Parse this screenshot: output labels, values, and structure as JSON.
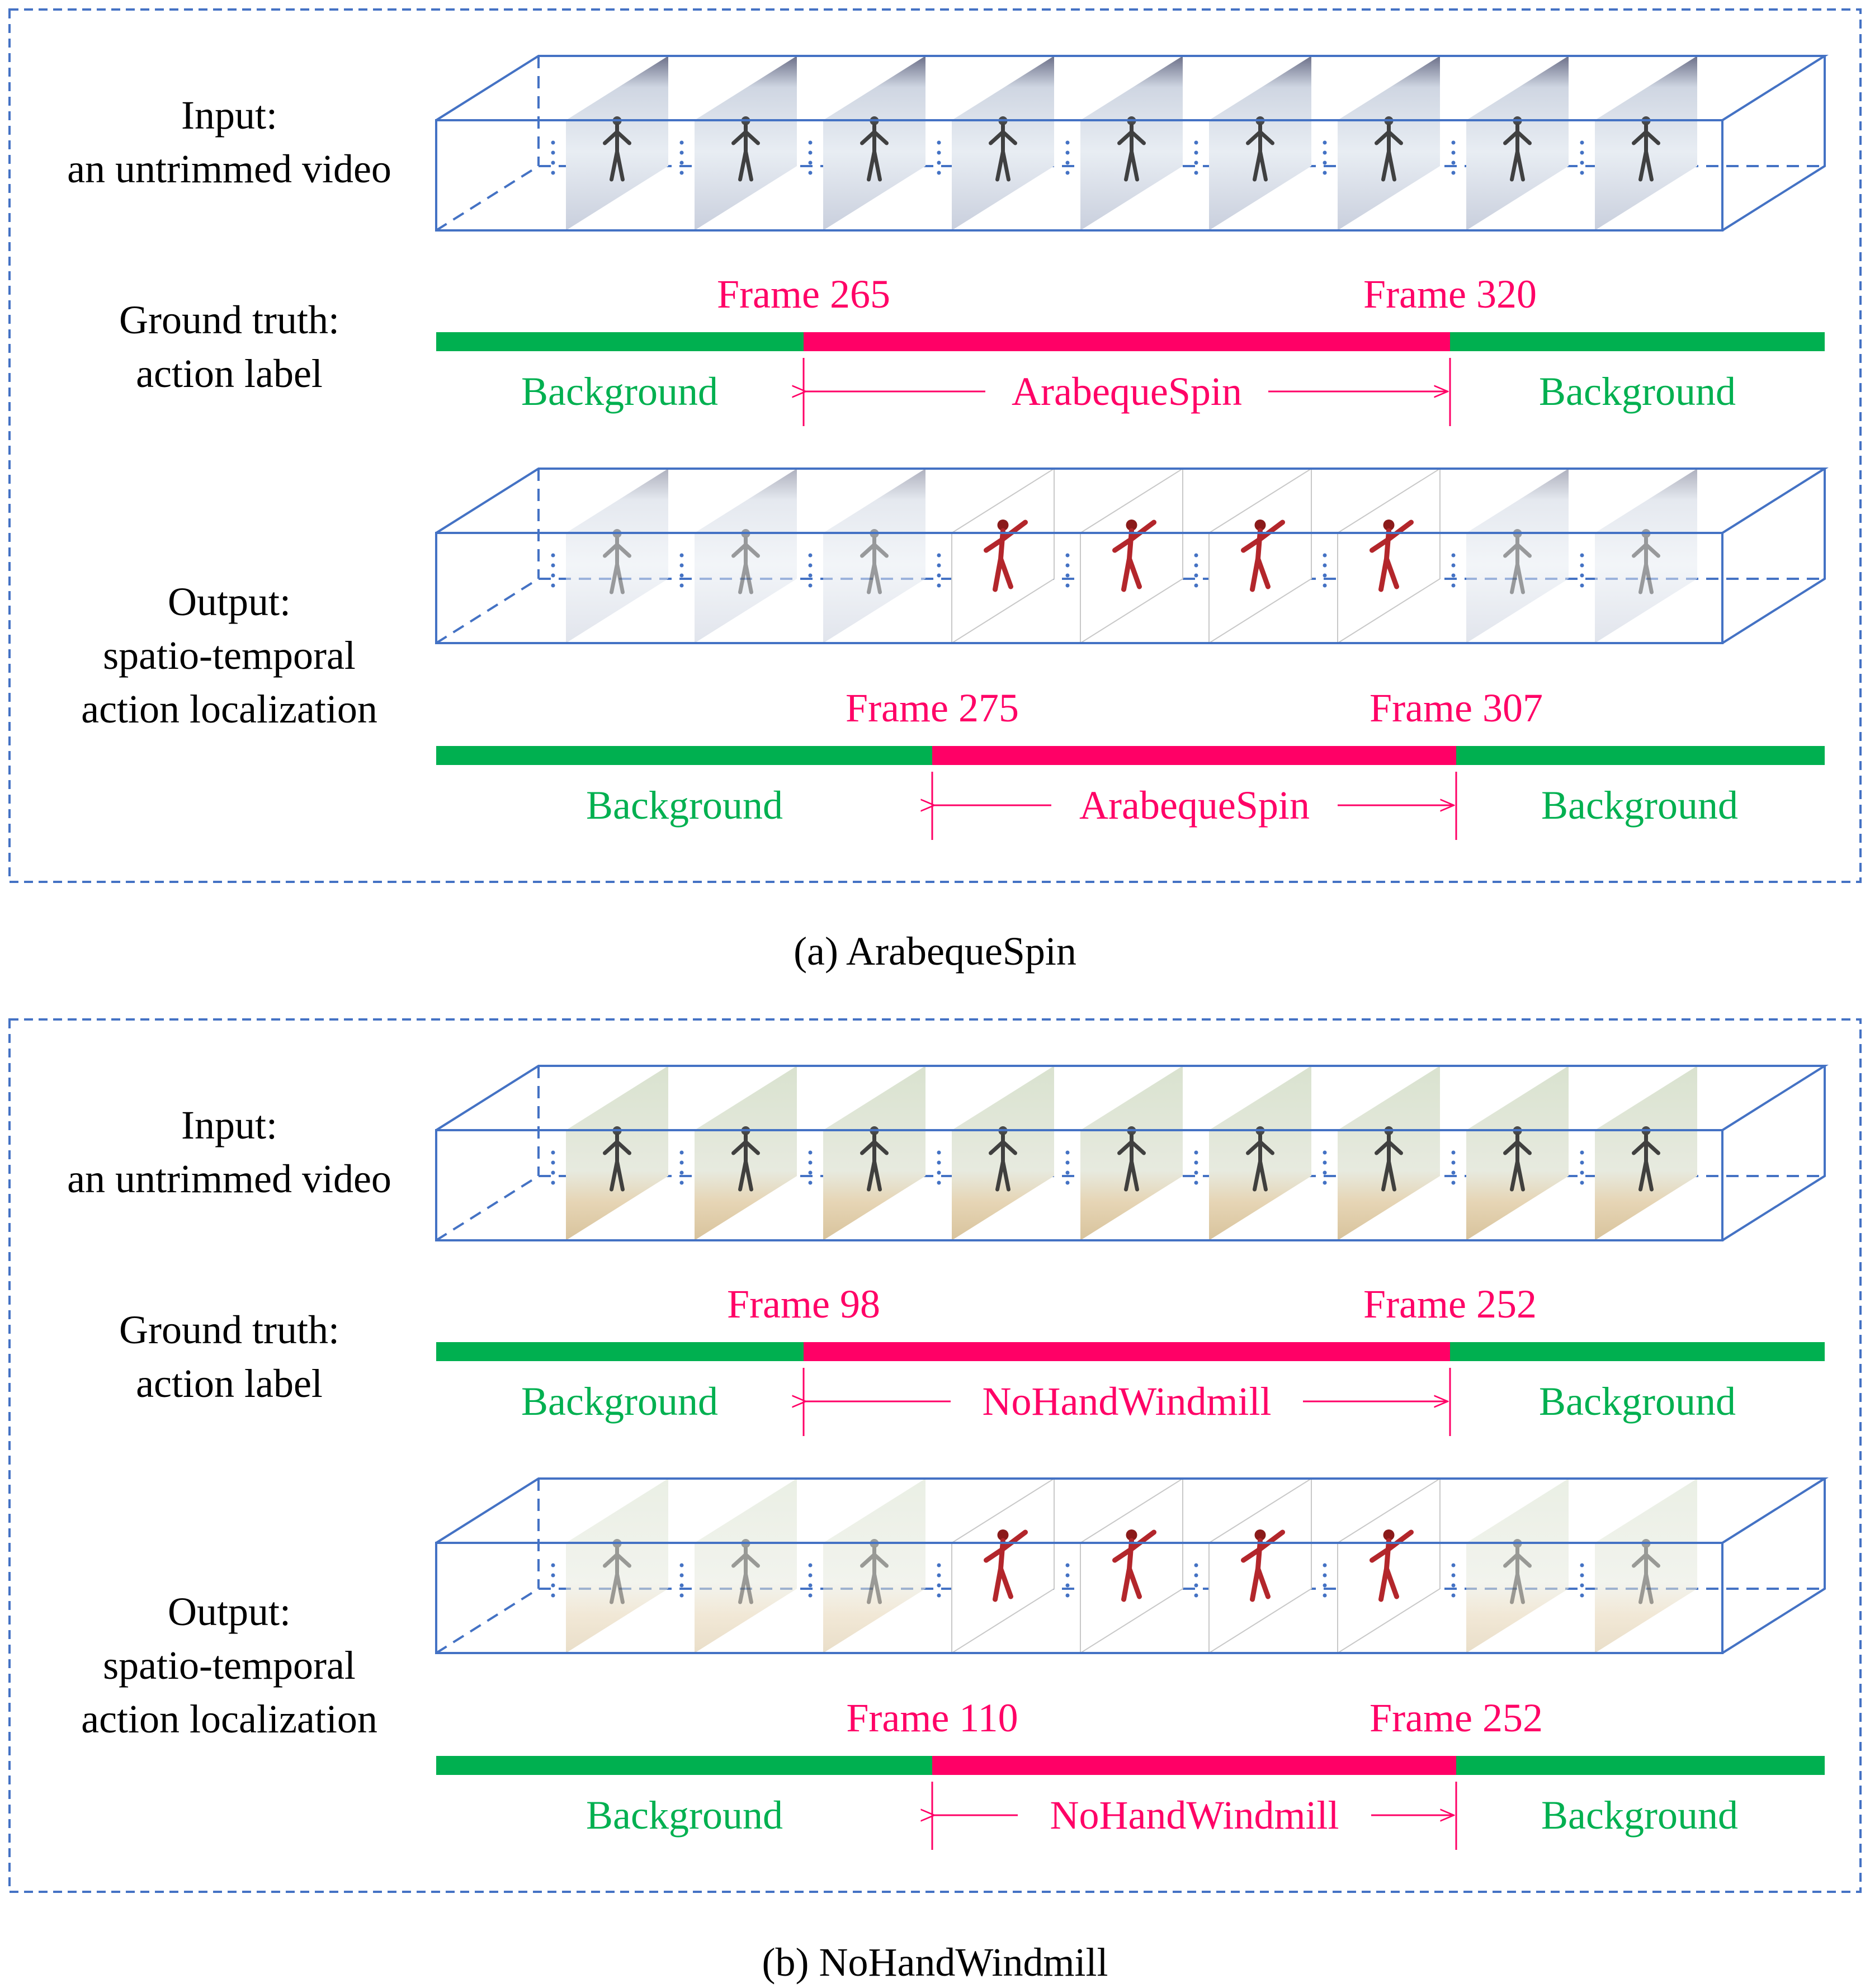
{
  "colors": {
    "box": "#4472c4",
    "action": "#ff0066",
    "background": "#00b050",
    "frame_ice": "#dfe6ee",
    "frame_wall": "#e2e6cf"
  },
  "panels": [
    {
      "caption": "(a) ArabequeSpin",
      "input_label": [
        "Input:",
        "an untrimmed video"
      ],
      "gt_label": [
        "Ground truth:",
        "action label"
      ],
      "output_label": [
        "Output:",
        "spatio-temporal",
        "action localization"
      ],
      "frame_style": "ice",
      "input_frames": 9,
      "output_localized": [
        3,
        4,
        5,
        6
      ],
      "ground_truth": {
        "start_frame": "Frame 265",
        "end_frame": "Frame 320",
        "action": "ArabequeSpin",
        "background_left": "Background",
        "background_right": "Background"
      },
      "prediction": {
        "start_frame": "Frame 275",
        "end_frame": "Frame 307",
        "action": "ArabequeSpin",
        "background_left": "Background",
        "background_right": "Background"
      }
    },
    {
      "caption": "(b) NoHandWindmill",
      "input_label": [
        "Input:",
        "an untrimmed video"
      ],
      "gt_label": [
        "Ground truth:",
        "action label"
      ],
      "output_label": [
        "Output:",
        "spatio-temporal",
        "action localization"
      ],
      "frame_style": "wall",
      "input_frames": 9,
      "output_localized": [
        3,
        4,
        5,
        6
      ],
      "ground_truth": {
        "start_frame": "Frame 98",
        "end_frame": "Frame 252",
        "action": "NoHandWindmill",
        "background_left": "Background",
        "background_right": "Background"
      },
      "prediction": {
        "start_frame": "Frame 110",
        "end_frame": "Frame 252",
        "action": "NoHandWindmill",
        "background_left": "Background",
        "background_right": "Background"
      }
    }
  ]
}
